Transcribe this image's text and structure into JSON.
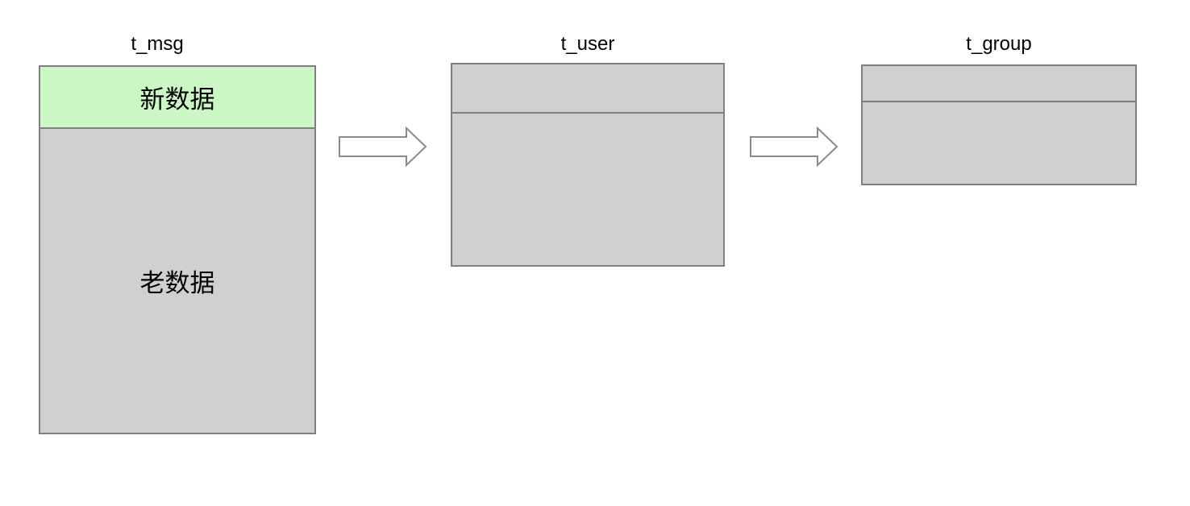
{
  "tables": [
    {
      "id": "t_msg",
      "title": "t_msg",
      "rows": [
        {
          "label": "新数据",
          "kind": "new-data",
          "fill": "#cbf7c4"
        },
        {
          "label": "老数据",
          "kind": "old-data",
          "fill": "#d0d0d0"
        }
      ]
    },
    {
      "id": "t_user",
      "title": "t_user",
      "rows": [
        {
          "label": "",
          "kind": "header",
          "fill": "#d0d0d0"
        },
        {
          "label": "",
          "kind": "body",
          "fill": "#d0d0d0"
        }
      ]
    },
    {
      "id": "t_group",
      "title": "t_group",
      "rows": [
        {
          "label": "",
          "kind": "header",
          "fill": "#d0d0d0"
        },
        {
          "label": "",
          "kind": "body",
          "fill": "#d0d0d0"
        }
      ]
    }
  ],
  "arrows": [
    {
      "name": "arrow-t_msg-to-t_user",
      "from": "t_msg",
      "to": "t_user",
      "direction": "right"
    },
    {
      "name": "arrow-t_user-to-t_group",
      "from": "t_user",
      "to": "t_group",
      "direction": "right"
    }
  ],
  "colors": {
    "new_data_fill": "#cbf7c4",
    "old_data_fill": "#d0d0d0",
    "box_border": "#7f7f7f",
    "arrow_stroke": "#8a8a8a",
    "arrow_fill": "#ffffff",
    "background": "#ffffff",
    "text": "#000000"
  }
}
